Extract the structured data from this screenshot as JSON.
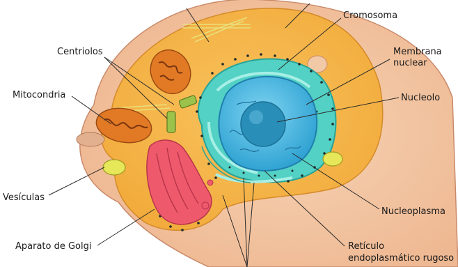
{
  "labels": {
    "cromosoma": "Cromosoma",
    "centriolos": "Centriolos",
    "membrana_line1": "Membrana",
    "membrana_line2": "nuclear",
    "mitocondria": "Mitocondria",
    "nucleolo": "Nucleolo",
    "vesiculas": "Vesículas",
    "nucleoplasma": "Nucleoplasma",
    "golgi": "Aparato de Golgi",
    "reticulo_line1": "Retículo",
    "reticulo_line2": "endoplasmático rugoso"
  },
  "colors": {
    "cytoplasm": "#f5b94a",
    "outer_membrane": "#f2c9a6",
    "er": "#52d1c4",
    "nucleus": "#3fb6e0",
    "nucleolus": "#2a8fb8",
    "golgi": "#ee5a6c",
    "mitochondria": "#e27a25",
    "vesicle": "#e6e85a",
    "centriole": "#9bc24a"
  }
}
